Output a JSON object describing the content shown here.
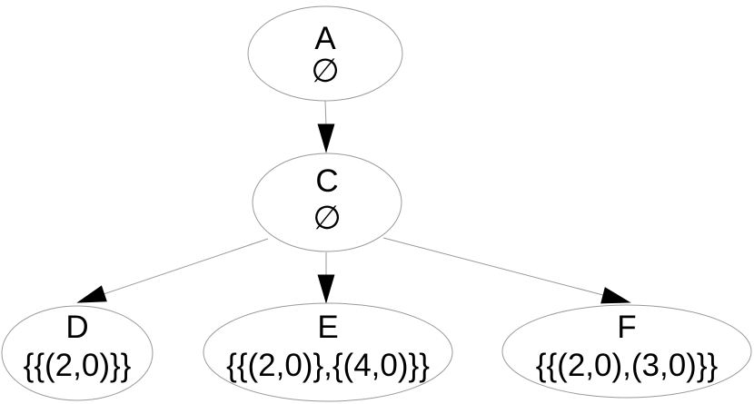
{
  "diagram": {
    "type": "tree-graph",
    "background_color": "#ffffff",
    "colors": {
      "node_outline": "#9a9a9a",
      "edge_line": "#9a9a9a",
      "arrowhead": "#000000",
      "text": "#000000"
    },
    "nodes": [
      {
        "id": "A",
        "label": "A",
        "set": "∅"
      },
      {
        "id": "C",
        "label": "C",
        "set": "∅"
      },
      {
        "id": "D",
        "label": "D",
        "set": "{{(2,0)}}"
      },
      {
        "id": "E",
        "label": "E",
        "set": "{{(2,0)},{(4,0)}}"
      },
      {
        "id": "F",
        "label": "F",
        "set": "{{(2,0),(3,0)}}"
      }
    ],
    "edges": [
      {
        "from": "A",
        "to": "C"
      },
      {
        "from": "C",
        "to": "D"
      },
      {
        "from": "C",
        "to": "E"
      },
      {
        "from": "C",
        "to": "F"
      }
    ]
  }
}
